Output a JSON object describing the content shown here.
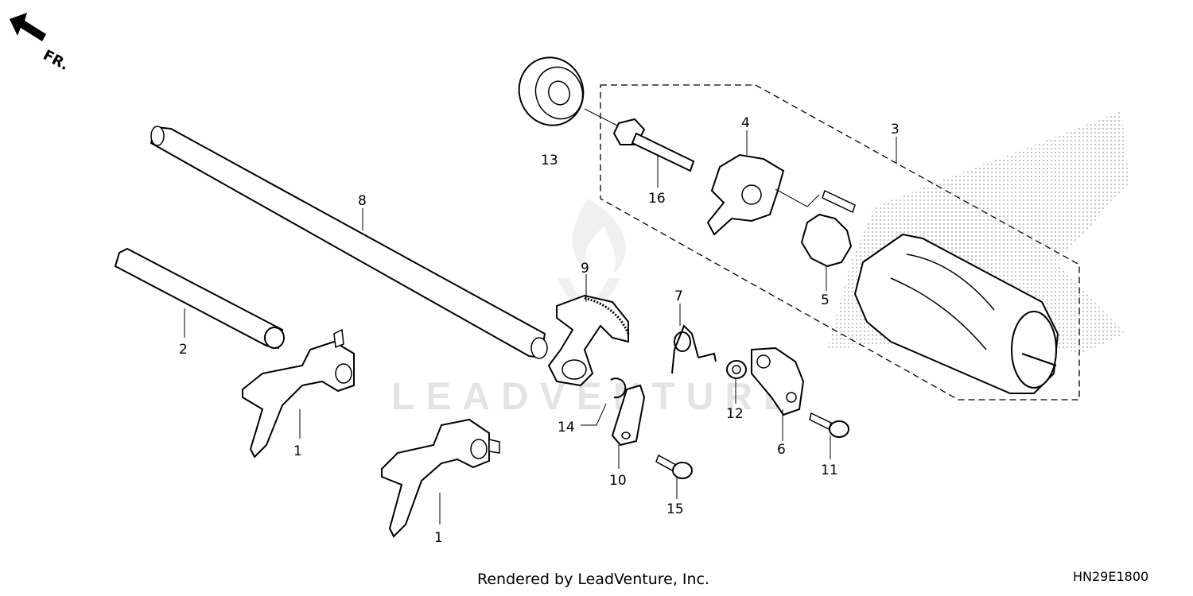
{
  "direction_marker": "FR.",
  "watermark_text": "LEADVENTURE",
  "footer": "Rendered by LeadVenture, Inc.",
  "diagram_code": "HN29E1800",
  "callouts": [
    "1",
    "1",
    "2",
    "3",
    "4",
    "5",
    "6",
    "7",
    "8",
    "9",
    "10",
    "11",
    "12",
    "13",
    "14",
    "15",
    "16"
  ],
  "icons": [
    "front-direction-arrow-icon",
    "leadventure-flame-logo-icon"
  ]
}
